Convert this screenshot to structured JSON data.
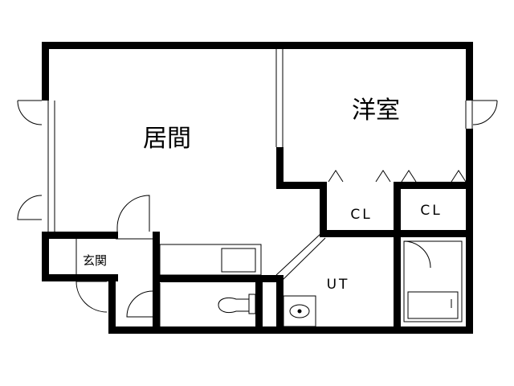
{
  "rooms": {
    "living": "居間",
    "western": "洋室",
    "closet_1": "CL",
    "closet_2": "CL",
    "entrance": "玄関",
    "unit_bath": "UT"
  },
  "colors": {
    "wall": "#000000",
    "line": "#000000",
    "background": "#ffffff"
  }
}
